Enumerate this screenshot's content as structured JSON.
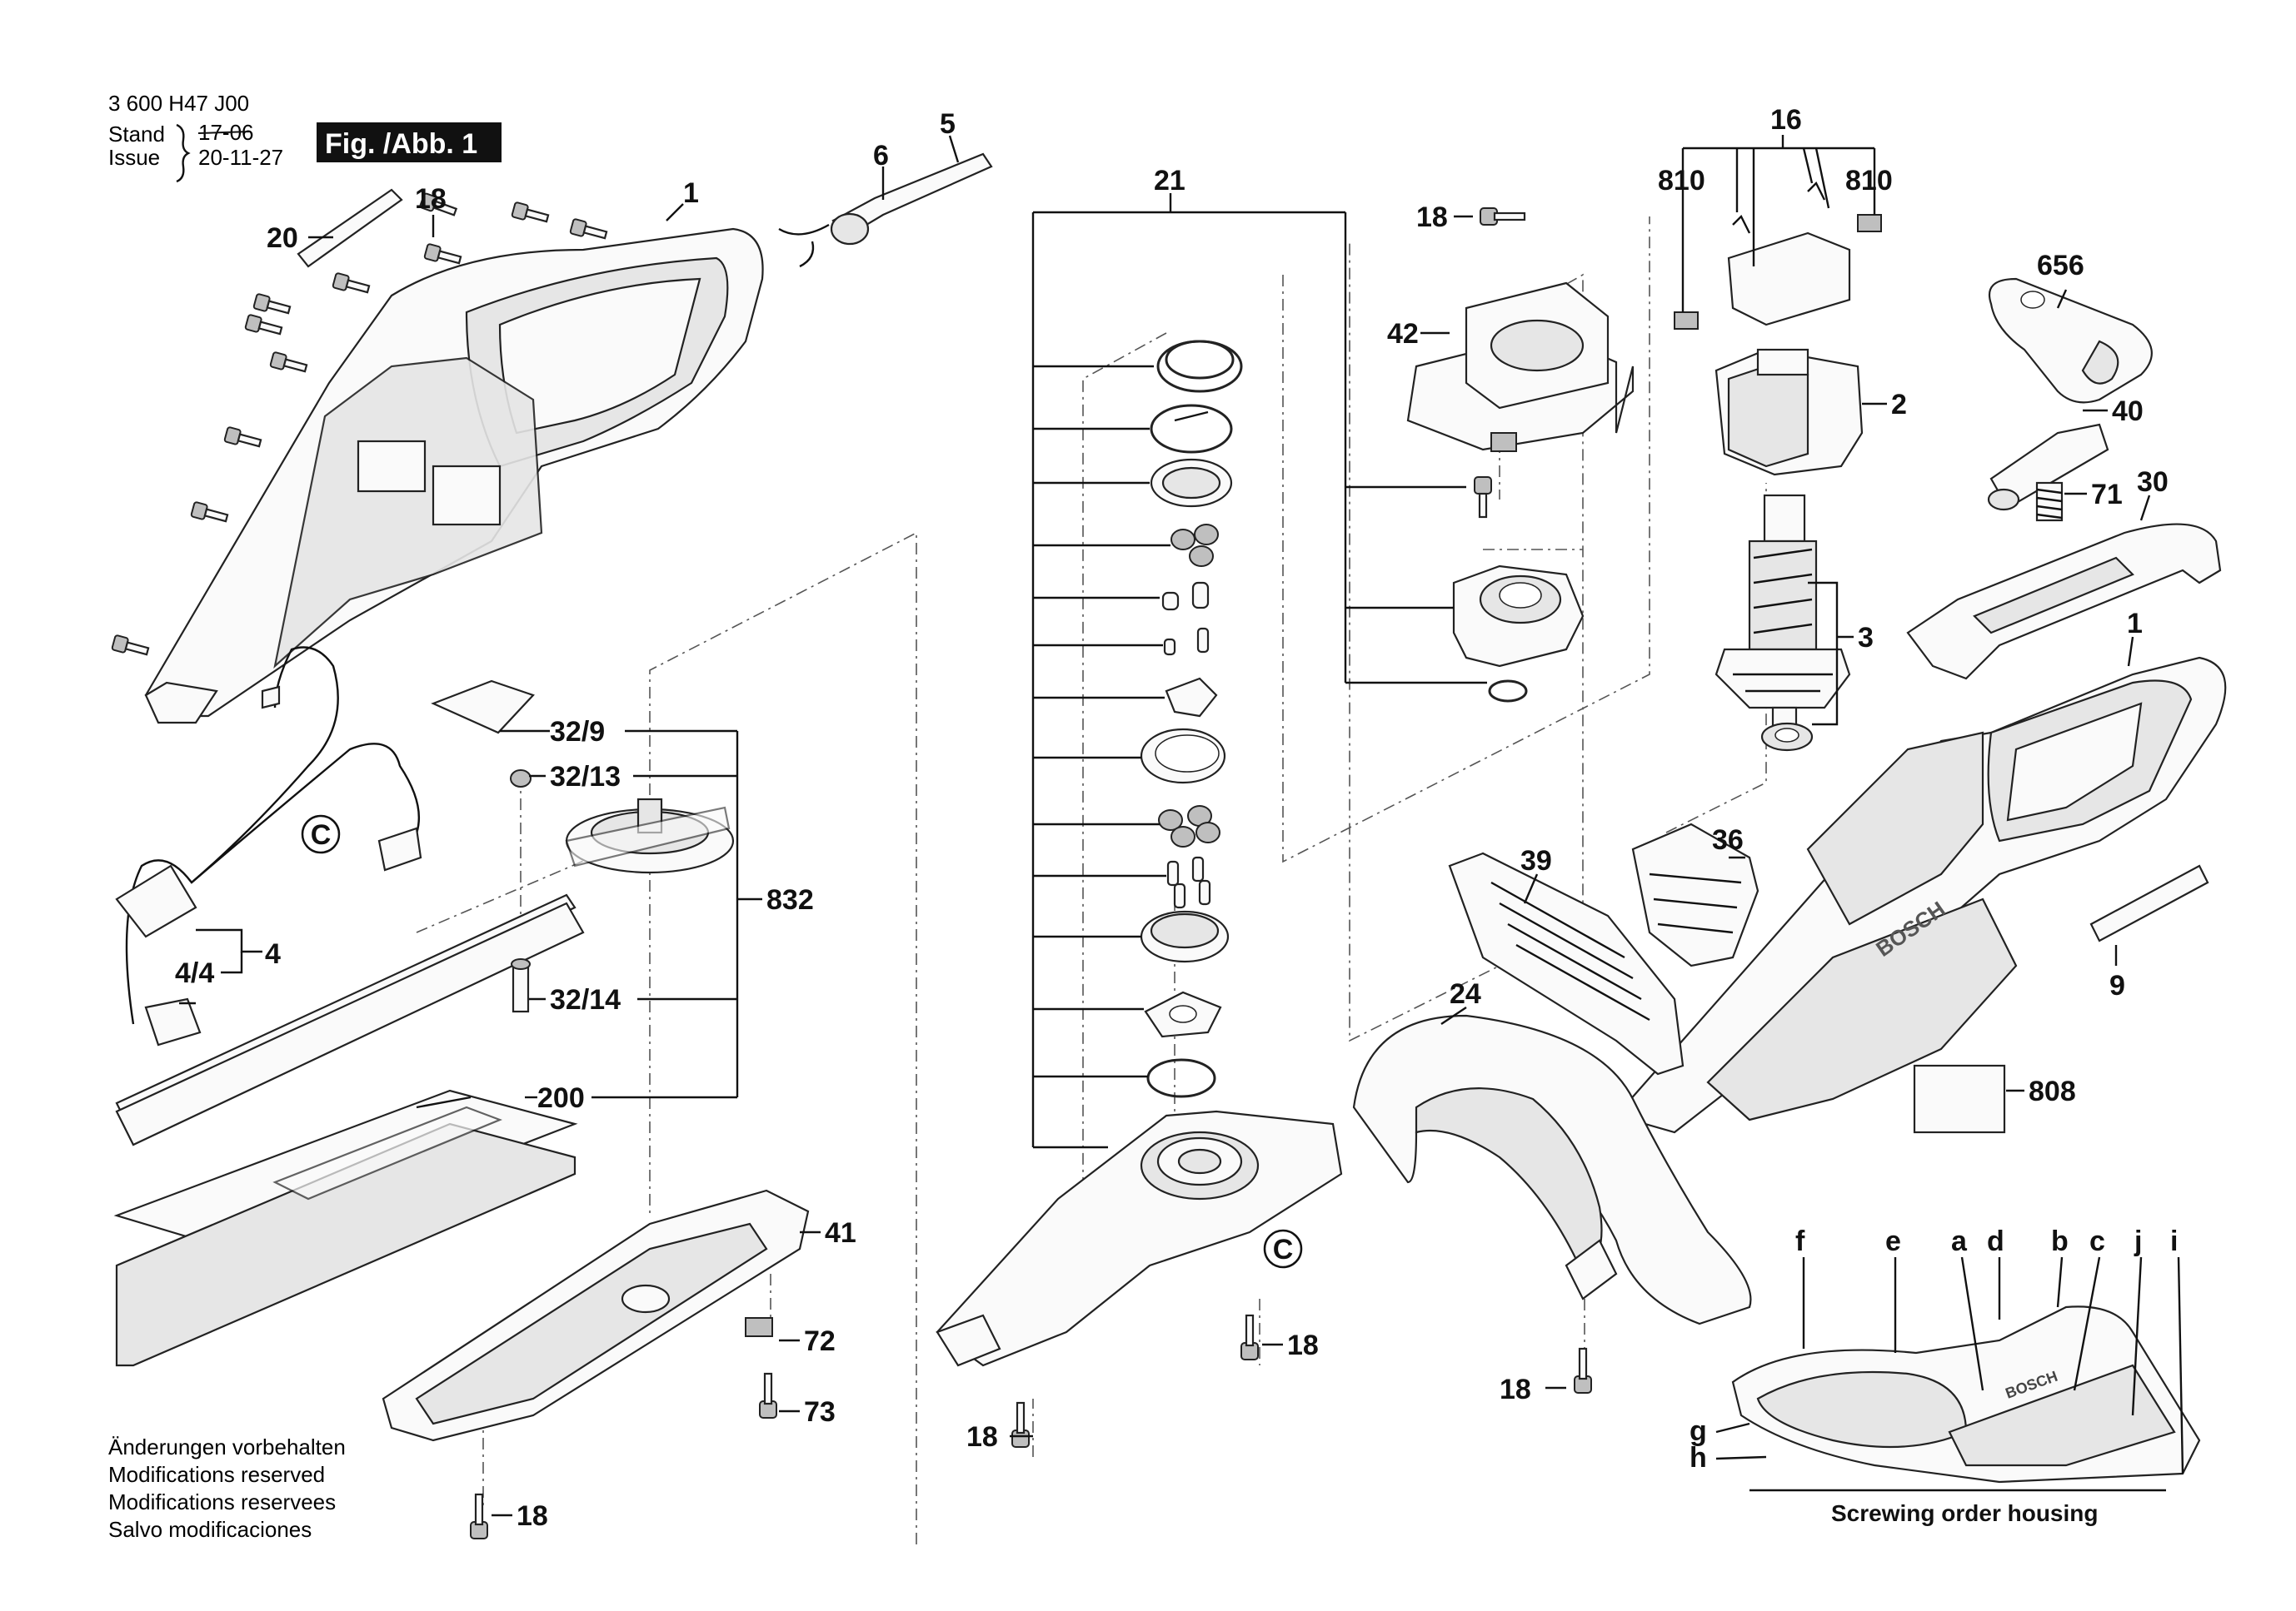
{
  "header": {
    "doc_number": "3 600 H47 J00",
    "stand_label": "Stand",
    "issue_label": "Issue",
    "old_date": "17-06",
    "date": "20-11-27",
    "figure_label": "Fig. /Abb. 1"
  },
  "disclaimer": [
    "Änderungen vorbehalten",
    "Modifications reserved",
    "Modifications reservees",
    "Salvo modificaciones"
  ],
  "screwing_order": {
    "title": "Screwing order housing",
    "letters": [
      "f",
      "e",
      "a",
      "d",
      "b",
      "c",
      "j",
      "i",
      "g",
      "h"
    ],
    "logo": "BOSCH"
  },
  "logo_text": "BOSCH",
  "parts": {
    "p1": "1",
    "p2": "2",
    "p3": "3",
    "p4": "4",
    "p4_4": "4/4",
    "p5": "5",
    "p6": "6",
    "p9": "9",
    "p16": "16",
    "p18": "18",
    "p20": "20",
    "p21": "21",
    "p24": "24",
    "p30": "30",
    "p32_9": "32/9",
    "p32_13": "32/13",
    "p32_14": "32/14",
    "p36": "36",
    "p39": "39",
    "p40": "40",
    "p41": "41",
    "p42": "42",
    "p71": "71",
    "p72": "72",
    "p73": "73",
    "p200": "200",
    "p656": "656",
    "p808": "808",
    "p810": "810",
    "p832": "832",
    "pC": "C"
  }
}
